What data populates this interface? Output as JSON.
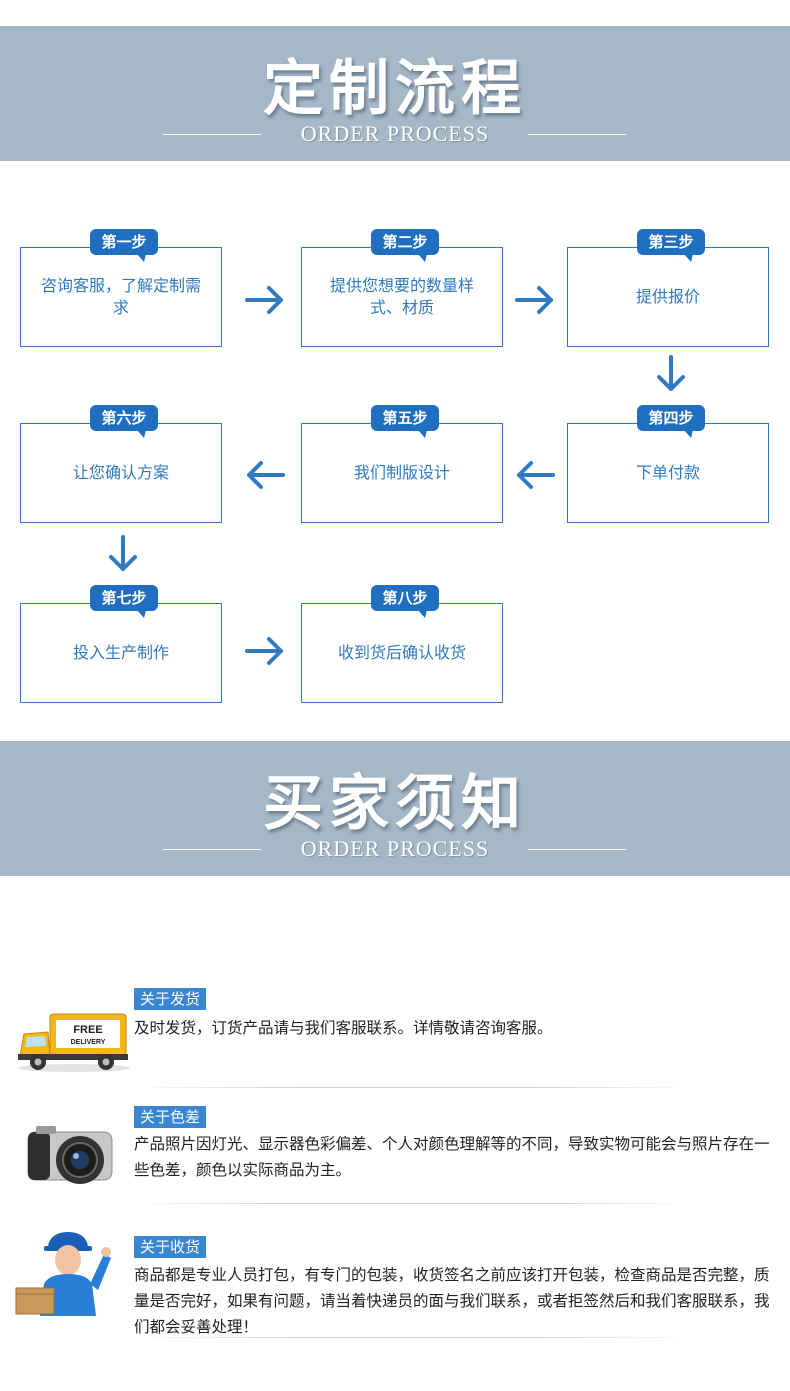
{
  "process_banner": {
    "title": "定制流程",
    "subtitle": "ORDER PROCESS"
  },
  "steps": [
    {
      "tag": "第一步",
      "text": "咨询客服，了解定制需求"
    },
    {
      "tag": "第二步",
      "text": "提供您想要的数量样式、材质"
    },
    {
      "tag": "第三步",
      "text": "提供报价"
    },
    {
      "tag": "第四步",
      "text": "下单付款"
    },
    {
      "tag": "第五步",
      "text": "我们制版设计"
    },
    {
      "tag": "第六步",
      "text": "让您确认方案"
    },
    {
      "tag": "第七步",
      "text": "投入生产制作"
    },
    {
      "tag": "第八步",
      "text": "收到货后确认收货"
    }
  ],
  "notice_banner": {
    "title": "买家须知",
    "subtitle": "ORDER PROCESS"
  },
  "tips": [
    {
      "icon": "delivery-truck-icon",
      "title": "关于发货",
      "text": "及时发货，订货产品请与我们客服联系。详情敬请咨询客服。",
      "badge": "FREE DELIVERY"
    },
    {
      "icon": "camera-icon",
      "title": "关于色差",
      "text": "产品照片因灯光、显示器色彩偏差、个人对颜色理解等的不同，导致实物可能会与照片存在一些色差，颜色以实际商品为主。"
    },
    {
      "icon": "courier-icon",
      "title": "关于收货",
      "text": "商品都是专业人员打包，有专门的包装，收货签名之前应该打开包装，检查商品是否完整，质量是否完好，如果有问题，请当着快递员的面与我们联系，或者拒签然后和我们客服联系，我们都会妥善处理！"
    }
  ],
  "colors": {
    "banner": "#a6b8c6",
    "accent": "#2f7ac0",
    "tag": "#1f6ec0"
  }
}
